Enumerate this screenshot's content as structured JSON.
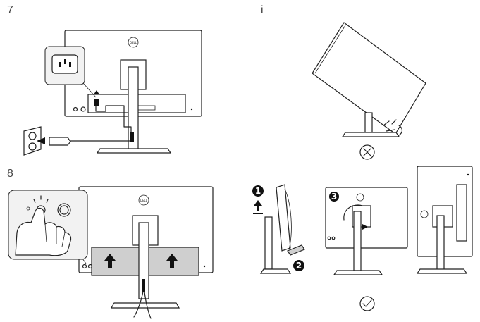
{
  "steps": {
    "step7": "7",
    "step8": "8",
    "stepi": "i"
  },
  "badges": [
    "1",
    "2",
    "3"
  ],
  "logo_text": "DELL",
  "icons": {
    "incorrect": "cross-circle-icon",
    "correct": "check-circle-icon"
  }
}
